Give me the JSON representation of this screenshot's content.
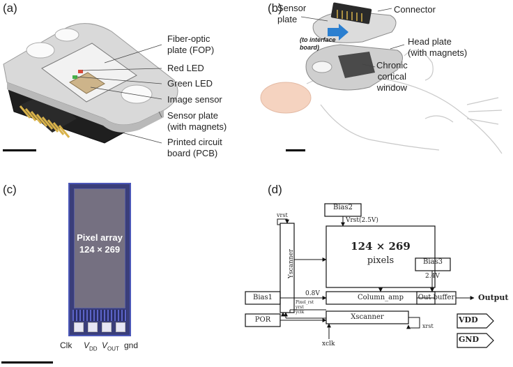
{
  "panels": {
    "a": {
      "label": "(a)",
      "callouts": {
        "fop_line1": "Fiber-optic",
        "fop_line2": "plate (FOP)",
        "red_led": "Red LED",
        "green_led": "Green LED",
        "image_sensor": "Image sensor",
        "sensor_plate_line1": "Sensor plate",
        "sensor_plate_line2": "(with magnets)",
        "pcb_line1": "Printed circuit",
        "pcb_line2": "board (PCB)"
      }
    },
    "b": {
      "label": "(b)",
      "callouts": {
        "sensor_plate_line1": "Sensor",
        "sensor_plate_line2": "plate",
        "connector": "Connector",
        "to_interface_line1": "(to interface",
        "to_interface_line2": "board)",
        "head_plate_line1": "Head plate",
        "head_plate_line2": "(with magnets)",
        "window_line1": "Chronic",
        "window_line2": "cortical",
        "window_line3": "window"
      }
    },
    "c": {
      "label": "(c)",
      "pixel_array_line1": "Pixel array",
      "pixel_array_line2": "124 × 269",
      "pins": {
        "clk": "Clk",
        "vdd_main": "V",
        "vdd_sub": "DD",
        "vout_main": "V",
        "vout_sub": "OUT",
        "gnd": "gnd"
      }
    },
    "d": {
      "label": "(d)",
      "blocks": {
        "bias2": "Bias2",
        "vrst_level": "Vrst(2.5V)",
        "array_dims": "124 × 269",
        "array_unit": "pixels",
        "yscanner": "Yscanner",
        "vrst_loop": "vrst",
        "bias3": "Bias3",
        "bias3_level": "2.4V",
        "bias1": "Bias1",
        "bias1_level": "0.8V",
        "column_amp": "Column_amp",
        "out_buffer": "Out buffer",
        "output": "Output",
        "pixel_rst": "Pixel_rst",
        "yrst": "yrst",
        "yclk": "yclk",
        "por": "POR",
        "xscanner": "Xscanner",
        "xrst": "xrst",
        "xclk": "xclk",
        "vdd": "VDD",
        "gnd": "GND"
      }
    }
  }
}
